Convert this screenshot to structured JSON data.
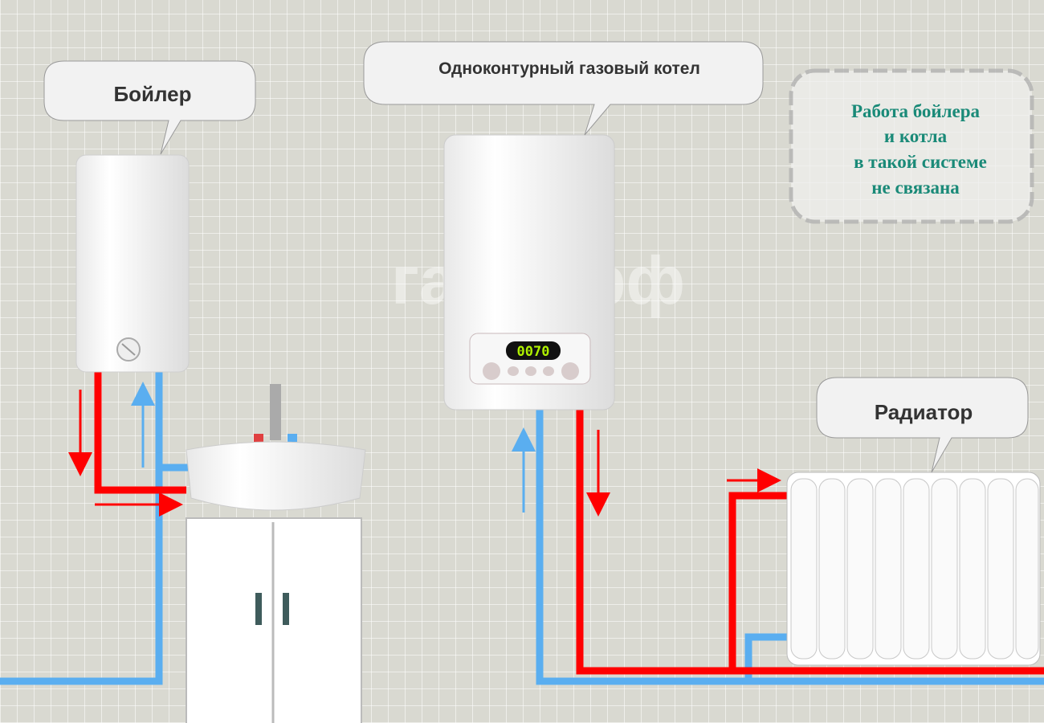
{
  "labels": {
    "boiler": "Бойлер",
    "gas_boiler": "Одноконтурный газовый котел",
    "radiator": "Радиатор"
  },
  "note": {
    "lines": [
      "Работа бойлера",
      "и котла",
      "в такой системе",
      "не связана"
    ]
  },
  "display": {
    "value": "0070"
  },
  "watermark": "газ31.рф",
  "colors": {
    "hot_pipe": "#ff0000",
    "cold_pipe": "#5aaef0",
    "note_text": "#1a8a78"
  }
}
